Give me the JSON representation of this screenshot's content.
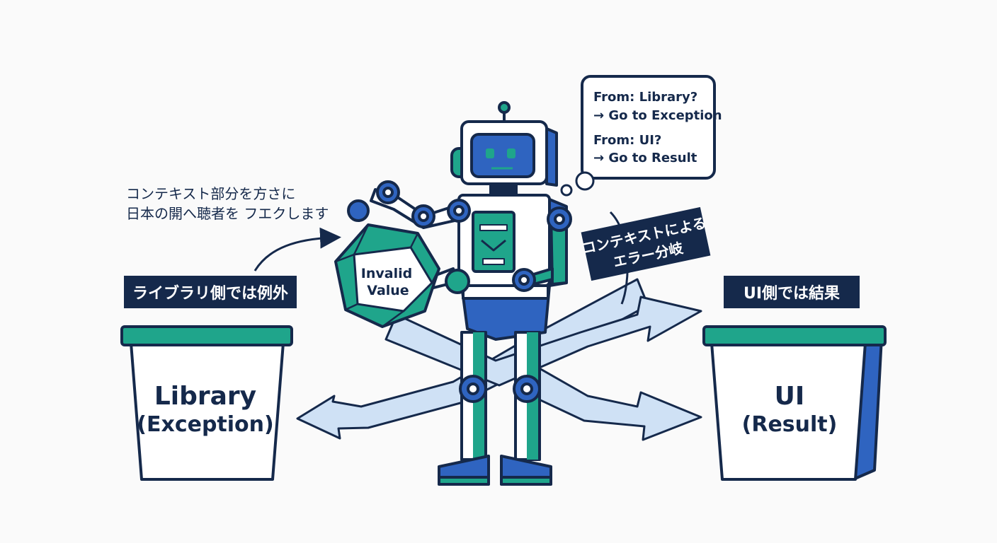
{
  "colors": {
    "navy": "#15294b",
    "blue": "#2f64c0",
    "teal": "#1fa58b",
    "light_blue": "#c9ddf3",
    "white": "#ffffff",
    "background": "#fafafa"
  },
  "annotation": {
    "line1": "コンテキスト部分を方さに",
    "line2": "日本の開へ聴者を フエクします"
  },
  "speech_bubble": {
    "line1": "From: Library?",
    "line2": "→ Go to Exception",
    "line3": "From: UI?",
    "line4": "→ Go to Result"
  },
  "context_label": {
    "line1": "コンテキストによる",
    "line2": "エラー分岐"
  },
  "left_tag": "ライブラリ側では例外",
  "right_tag": "UI側では結果",
  "left_bin": {
    "line1": "Library",
    "line2": "(Exception)"
  },
  "right_bin": {
    "line1": "UI",
    "line2": "(Result)"
  },
  "gem": {
    "line1": "Invalid",
    "line2": "Value"
  }
}
